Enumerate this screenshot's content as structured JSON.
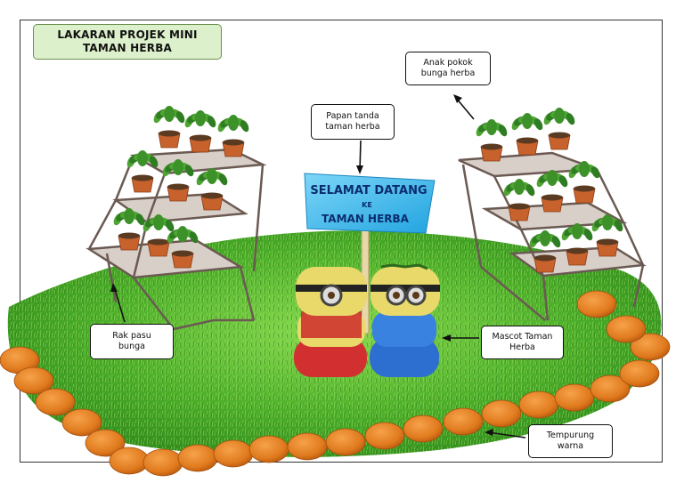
{
  "diagram": {
    "title_line1": "LAKARAN PROJEK MINI",
    "title_line2": "TAMAN HERBA",
    "sign": {
      "line1": "SELAMAT DATANG",
      "line2": "KE",
      "line3": "TAMAN HERBA"
    },
    "labels": {
      "seedlings": "Anak pokok\nbunga herba",
      "signboard": "Papan tanda\ntaman herba",
      "rack": "Rak pasu\nbunga",
      "mascot": "Mascot Taman\nHerba",
      "shell": "Tempurung\nwarna"
    }
  },
  "colors": {
    "grass": "#4cae2a",
    "grass_light": "#7fd14a",
    "shell": "#e07a1e",
    "sign": "#3ab6ea",
    "pot": "#c8622c",
    "rack": "#6b5a52",
    "tire_yellow": "#e8d96a",
    "tire_red": "#d23030",
    "tire_blue": "#2d6fd0"
  }
}
